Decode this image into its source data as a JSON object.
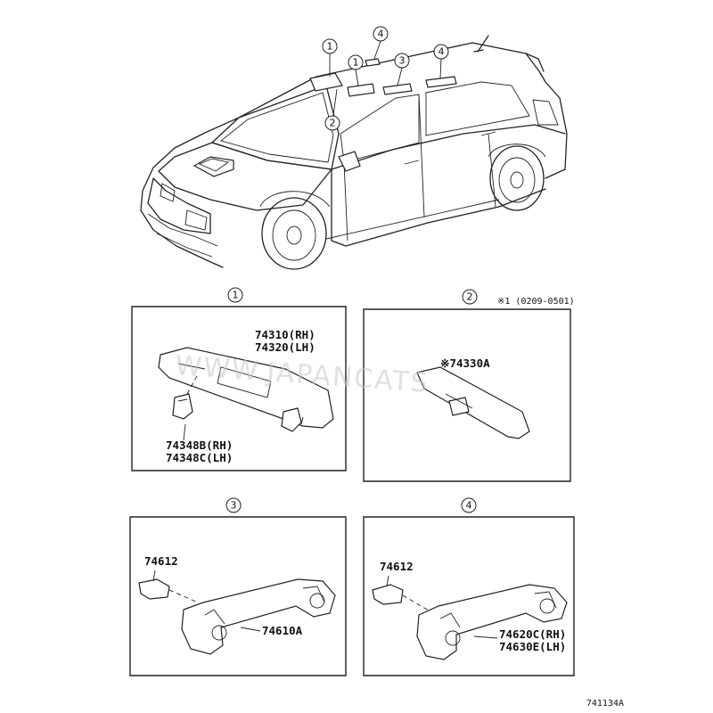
{
  "callouts": {
    "c1": "1",
    "c2": "2",
    "c3": "3",
    "c4": "4"
  },
  "panels": {
    "sun_visor": {
      "parts": [
        "74310(RH)",
        "74320(LH)"
      ],
      "holder": [
        "74348B(RH)",
        "74348C(LH)"
      ]
    },
    "visor_optional": {
      "note": "※1 (0209-0501)",
      "part": "※74330A"
    },
    "assist_grip_front": {
      "clip": "74612",
      "grip": "74610A"
    },
    "assist_grip_rear": {
      "clip": "74612",
      "grip": [
        "74620C(RH)",
        "74630E(LH)"
      ]
    }
  },
  "watermark": "WWW.JAPANCATS",
  "diagram_code": "741134A"
}
